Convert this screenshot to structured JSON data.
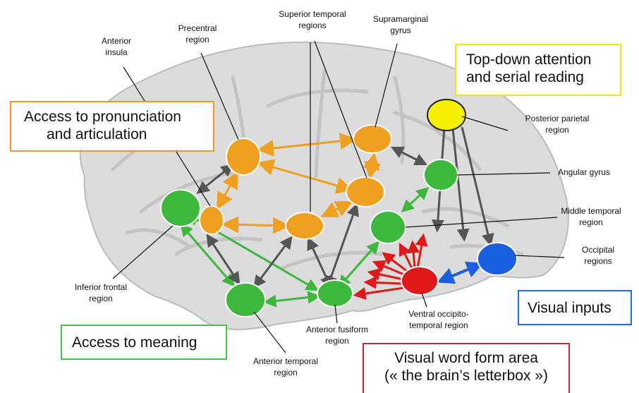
{
  "callouts": {
    "pronunciation": {
      "line1": "Access to pronunciation",
      "line2": "and articulation",
      "color": "#f0962a"
    },
    "attention": {
      "line1": "Top-down attention",
      "line2": "and serial reading",
      "color": "#f2e21a"
    },
    "meaning": {
      "line1": "Access to meaning",
      "color": "#47c447"
    },
    "visual_inputs": {
      "line1": "Visual inputs",
      "color": "#1f6fe0"
    },
    "vwfa": {
      "line1": "Visual word form area",
      "line2": "(« the brain’s letterbox »)",
      "color": "#d42020"
    }
  },
  "labels": {
    "anterior_insula": [
      "Anterior",
      "insula"
    ],
    "precentral": [
      "Precentral",
      "region"
    ],
    "superior_temporal": [
      "Superior temporal",
      "regions"
    ],
    "supramarginal": [
      "Supramarginal",
      "gyrus"
    ],
    "posterior_parietal": [
      "Posterior parietal",
      "region"
    ],
    "angular": [
      "Angular gyrus"
    ],
    "middle_temporal": [
      "Middle temporal",
      "region"
    ],
    "occipital": [
      "Occipital",
      "regions"
    ],
    "inferior_frontal": [
      "Inferior frontal",
      "region"
    ],
    "ventral_occipito": [
      "Ventral occipito-",
      "temporal region"
    ],
    "anterior_fusiform": [
      "Anterior fusiform",
      "region"
    ],
    "anterior_temporal": [
      "Anterior temporal",
      "region"
    ]
  },
  "colors": {
    "orange": "#f0a020",
    "green": "#3cb83c",
    "red": "#e01818",
    "blue": "#1a5fe0",
    "yellow": "#f7f000",
    "gray": "#555555",
    "brain": "#dcdcdc"
  }
}
